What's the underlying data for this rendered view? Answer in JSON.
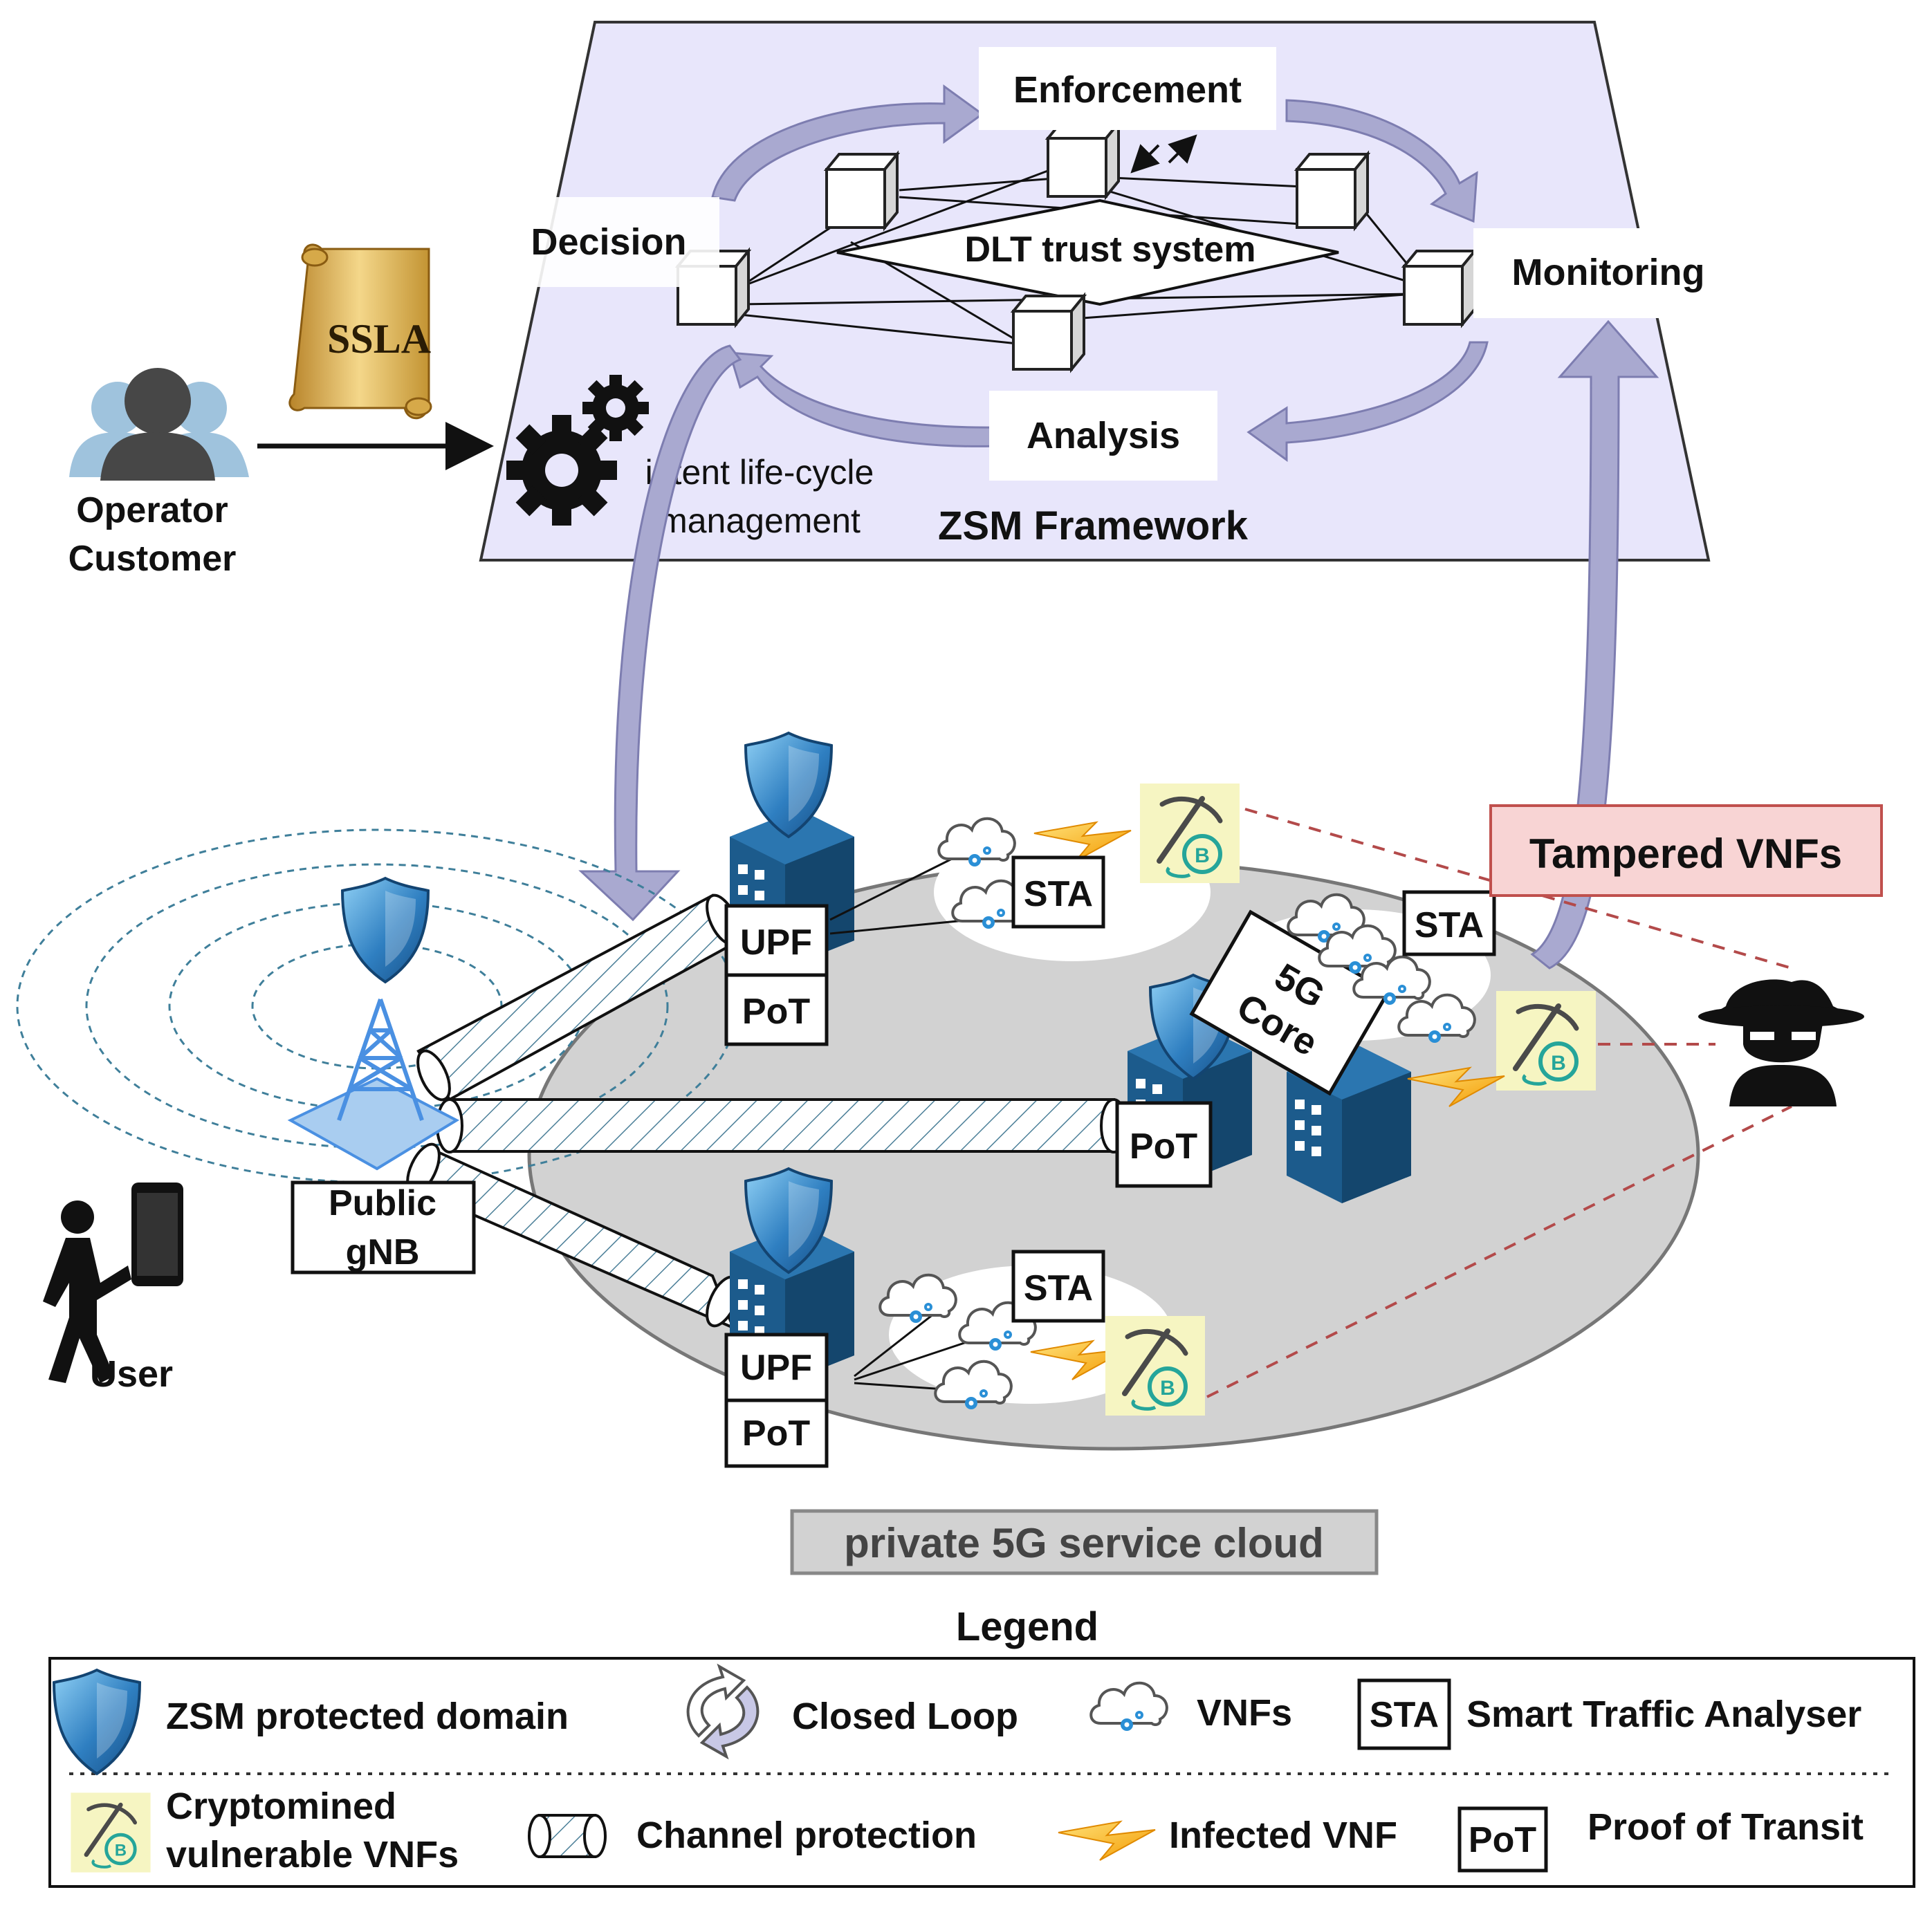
{
  "zsm": {
    "enforcement": "Enforcement",
    "decision": "Decision",
    "monitoring": "Monitoring",
    "analysis": "Analysis",
    "dlt": "DLT trust system",
    "intent_line1": "intent life-cycle",
    "intent_line2": "management",
    "framework": "ZSM Framework"
  },
  "sla": "SSLA",
  "operator_line1": "Operator",
  "operator_line2": "Customer",
  "user": "User",
  "gnb_line1": "Public",
  "gnb_line2": "gNB",
  "upf": "UPF",
  "pot": "PoT",
  "sta": "STA",
  "core_line1": "5G",
  "core_line2": "Core",
  "tampered": "Tampered VNFs",
  "cloud_label": "private 5G service cloud",
  "legend": {
    "title": "Legend",
    "zsm_domain": "ZSM protected domain",
    "closed_loop": "Closed Loop",
    "vnfs": "VNFs",
    "sta_box": "STA",
    "sta_desc": "Smart Traffic Analyser",
    "crypto_line1": "Cryptomined",
    "crypto_line2": "vulnerable VNFs",
    "channel": "Channel protection",
    "infected": "Infected VNF",
    "pot_box": "PoT",
    "pot_desc": "Proof of Transit"
  },
  "colors": {
    "zsm_plane": "#e8e6fb",
    "loop_arrow": "#a9a9d0",
    "cloud_gray": "#d2d2d2",
    "shield": "#3a86c6",
    "building": "#1c5b8c",
    "tampered_bg": "#f8d4d4",
    "tampered_border": "#c0504d",
    "crypto_bg": "#f6f5c2",
    "bolt": "#f5b400",
    "gnb": "#4a90e2"
  }
}
